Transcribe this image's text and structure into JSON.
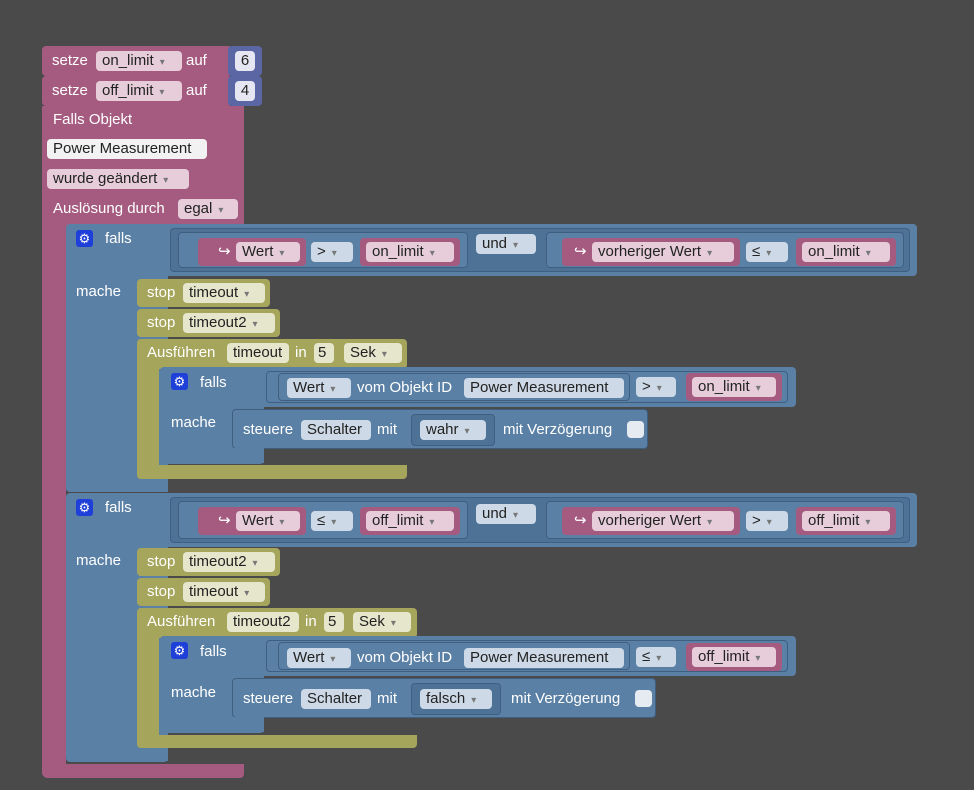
{
  "setze": [
    {
      "keyword": "setze",
      "variable": "on_limit",
      "auf": "auf",
      "value": "6"
    },
    {
      "keyword": "setze",
      "variable": "off_limit",
      "auf": "auf",
      "value": "4"
    }
  ],
  "trigger": {
    "title": "Falls Objekt",
    "object": "Power Measurement",
    "event": "wurde geändert",
    "ausloesung_label": "Auslösung durch",
    "ausloesung_value": "egal"
  },
  "labels": {
    "falls": "falls",
    "mache": "mache",
    "und": "und",
    "stop": "stop",
    "ausfuehren": "Ausführen",
    "in": "in",
    "vom_objekt_id": "vom Objekt ID",
    "steuere": "steuere",
    "mit": "mit",
    "mit_verzoegerung": "mit Verzögerung",
    "wert": "Wert",
    "vorheriger_wert": "vorheriger Wert",
    "arrow": "↪",
    "dropdown": "▾",
    "gear": "⚙"
  },
  "block1": {
    "cond_left": {
      "value": "Wert",
      "op": ">",
      "var": "on_limit"
    },
    "cond_right": {
      "value": "vorheriger Wert",
      "op": "≤",
      "var": "on_limit"
    },
    "stops": [
      "timeout",
      "timeout2"
    ],
    "exec": {
      "timer": "timeout",
      "amount": "5",
      "unit": "Sek"
    },
    "inner_cond": {
      "value": "Wert",
      "object": "Power Measurement",
      "op": ">",
      "var": "on_limit"
    },
    "control": {
      "target": "Schalter",
      "value": "wahr"
    }
  },
  "block2": {
    "cond_left": {
      "value": "Wert",
      "op": "≤",
      "var": "off_limit"
    },
    "cond_right": {
      "value": "vorheriger Wert",
      "op": ">",
      "var": "off_limit"
    },
    "stops": [
      "timeout2",
      "timeout"
    ],
    "exec": {
      "timer": "timeout2",
      "amount": "5",
      "unit": "Sek"
    },
    "inner_cond": {
      "value": "Wert",
      "object": "Power Measurement",
      "op": "≤",
      "var": "off_limit"
    },
    "control": {
      "target": "Schalter",
      "value": "falsch"
    }
  },
  "colors": {
    "canvas": "#4a4a4a",
    "logic": "#5b80a5",
    "variable": "#a55b80",
    "timer": "#a5a55b",
    "math": "#5b67a5"
  }
}
